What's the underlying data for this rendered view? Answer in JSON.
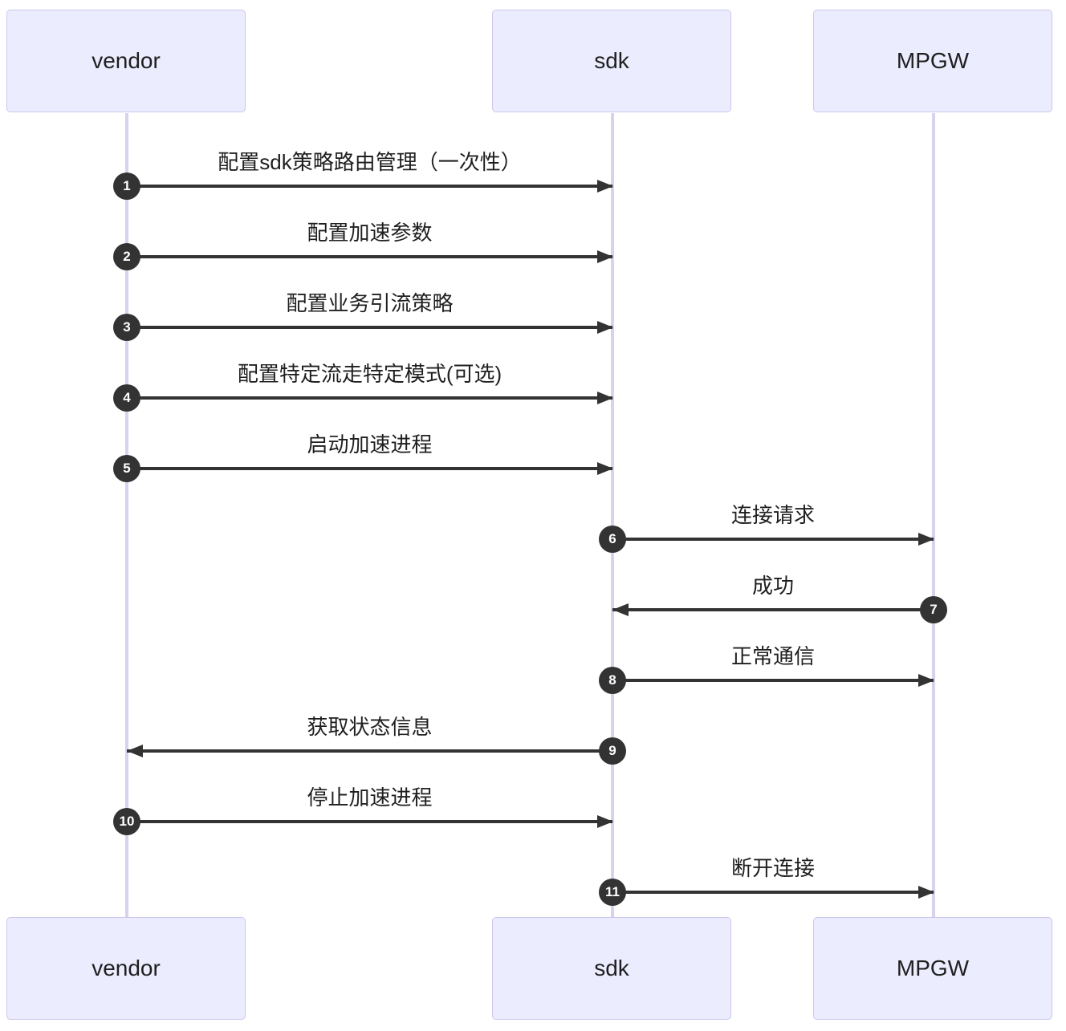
{
  "diagram": {
    "type": "sequence",
    "actors": [
      {
        "id": "vendor",
        "label": "vendor"
      },
      {
        "id": "sdk",
        "label": "sdk"
      },
      {
        "id": "MPGW",
        "label": "MPGW"
      }
    ],
    "messages": [
      {
        "number": "1",
        "from": "vendor",
        "to": "sdk",
        "label": "配置sdk策略路由管理（一次性）"
      },
      {
        "number": "2",
        "from": "vendor",
        "to": "sdk",
        "label": "配置加速参数"
      },
      {
        "number": "3",
        "from": "vendor",
        "to": "sdk",
        "label": "配置业务引流策略"
      },
      {
        "number": "4",
        "from": "vendor",
        "to": "sdk",
        "label": "配置特定流走特定模式(可选)"
      },
      {
        "number": "5",
        "from": "vendor",
        "to": "sdk",
        "label": "启动加速进程"
      },
      {
        "number": "6",
        "from": "sdk",
        "to": "MPGW",
        "label": "连接请求"
      },
      {
        "number": "7",
        "from": "MPGW",
        "to": "sdk",
        "label": "成功"
      },
      {
        "number": "8",
        "from": "sdk",
        "to": "MPGW",
        "label": "正常通信"
      },
      {
        "number": "9",
        "from": "sdk",
        "to": "vendor",
        "label": "获取状态信息"
      },
      {
        "number": "10",
        "from": "vendor",
        "to": "sdk",
        "label": "停止加速进程"
      },
      {
        "number": "11",
        "from": "sdk",
        "to": "MPGW",
        "label": "断开连接"
      }
    ],
    "colors": {
      "background": "#ffffff",
      "actor_fill": "#ECECFF",
      "actor_border": "#cdc6ec",
      "lifeline": "#d8d2ee",
      "arrow": "#333333",
      "number_circle_fill": "#333333",
      "number_circle_text": "#ffffff",
      "text": "#1f1f1f"
    }
  }
}
